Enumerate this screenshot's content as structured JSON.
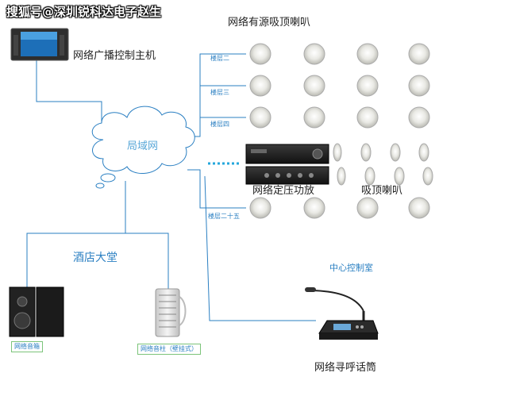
{
  "watermark": "搜狐号@深圳锐科达电子赵生",
  "host": {
    "label": "网络广播控制主机"
  },
  "speakers_title": "网络有源吸顶喇叭",
  "floors": [
    "楼层二",
    "楼层三",
    "楼层四",
    "楼层二十五"
  ],
  "cloud": {
    "label": "局域网"
  },
  "amplifier": {
    "label": "网络定压功放"
  },
  "ceiling_speakers": {
    "label": "吸顶喇叭"
  },
  "lobby": {
    "label": "酒店大堂",
    "box_speaker": "网络音箱",
    "column_speaker": "网络音柱（壁挂式）"
  },
  "control_room": {
    "label": "中心控制室",
    "paging_mic": "网络寻呼话筒"
  },
  "colors": {
    "line": "#2a7fc2",
    "label_blue": "#2a7fc2",
    "box_border": "#7cc47a"
  }
}
